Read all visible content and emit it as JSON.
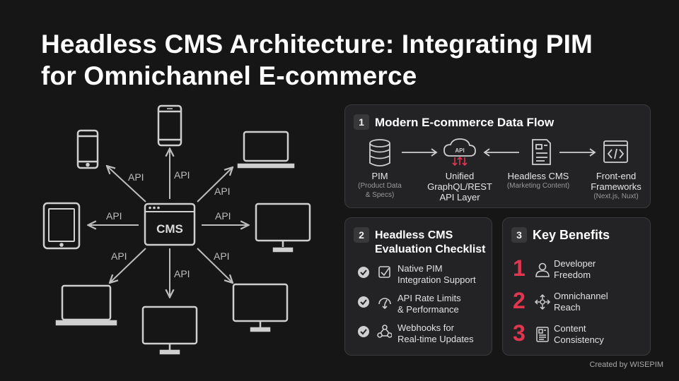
{
  "title": {
    "line1": "Headless CMS Architecture: Integrating PIM",
    "line2": "for Omnichannel E-commerce"
  },
  "hub": {
    "center_label": "CMS",
    "api_label": "API",
    "devices": [
      "phone-icon",
      "phone-icon",
      "laptop-icon",
      "tablet-icon",
      "monitor-icon",
      "laptop-icon",
      "monitor-icon",
      "monitor-icon"
    ]
  },
  "data_flow": {
    "number": "1",
    "title": "Modern E-commerce Data Flow",
    "steps": [
      {
        "icon": "database-icon",
        "label_lines": [
          "PIM"
        ],
        "sub_lines": [
          "(Product Data",
          "& Specs)"
        ]
      },
      {
        "icon": "api-cloud-icon",
        "label_lines": [
          "Unified",
          "GraphQL/REST",
          "API Layer"
        ],
        "sub_lines": []
      },
      {
        "icon": "document-icon",
        "label_lines": [
          "Headless CMS"
        ],
        "sub_lines": [
          "(Marketing Content)"
        ]
      },
      {
        "icon": "code-icon",
        "label_lines": [
          "Front-end",
          "Frameworks"
        ],
        "sub_lines": [
          "(Next.js, Nuxt)"
        ]
      }
    ],
    "accent_color": "#e0364f"
  },
  "checklist": {
    "number": "2",
    "title_line1": "Headless CMS",
    "title_line2": "Evaluation Checklist",
    "items": [
      {
        "icon": "checkbox-icon",
        "line1": "Native PIM",
        "line2": "Integration Support"
      },
      {
        "icon": "gauge-icon",
        "line1": "API Rate Limits",
        "line2": "& Performance"
      },
      {
        "icon": "webhook-icon",
        "line1": "Webhooks for",
        "line2": "Real-time Updates"
      }
    ]
  },
  "benefits": {
    "number": "3",
    "title": "Key Benefits",
    "items": [
      {
        "num": "1",
        "icon": "user-icon",
        "line1": "Developer",
        "line2": "Freedom"
      },
      {
        "num": "2",
        "icon": "move-arrows-icon",
        "line1": "Omnichannel",
        "line2": "Reach"
      },
      {
        "num": "3",
        "icon": "document-icon",
        "line1": "Content",
        "line2": "Consistency"
      }
    ]
  },
  "footer": "Created by WISEPIM"
}
